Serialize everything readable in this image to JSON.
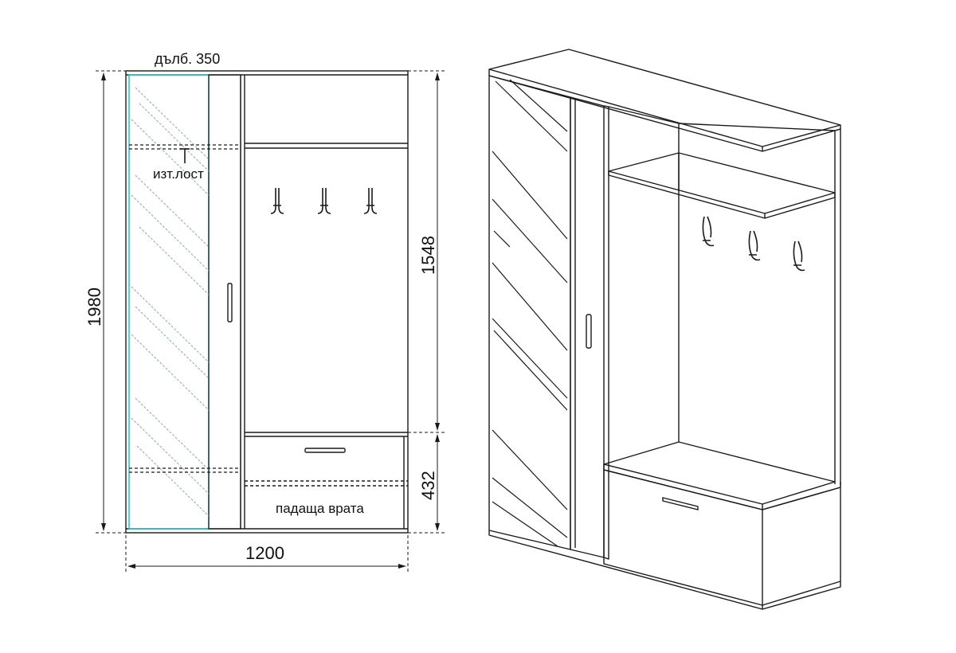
{
  "labels": {
    "depth": "дълб. 350",
    "rod": "изт.лост",
    "flap_door": "падаща врата"
  },
  "dimensions": {
    "width": "1200",
    "height": "1980",
    "upper_height": "1548",
    "lower_height": "432"
  },
  "colors": {
    "line": "#1a1a1a",
    "mirror": "#2ec4cf",
    "hatch": "#8aa8ad"
  }
}
